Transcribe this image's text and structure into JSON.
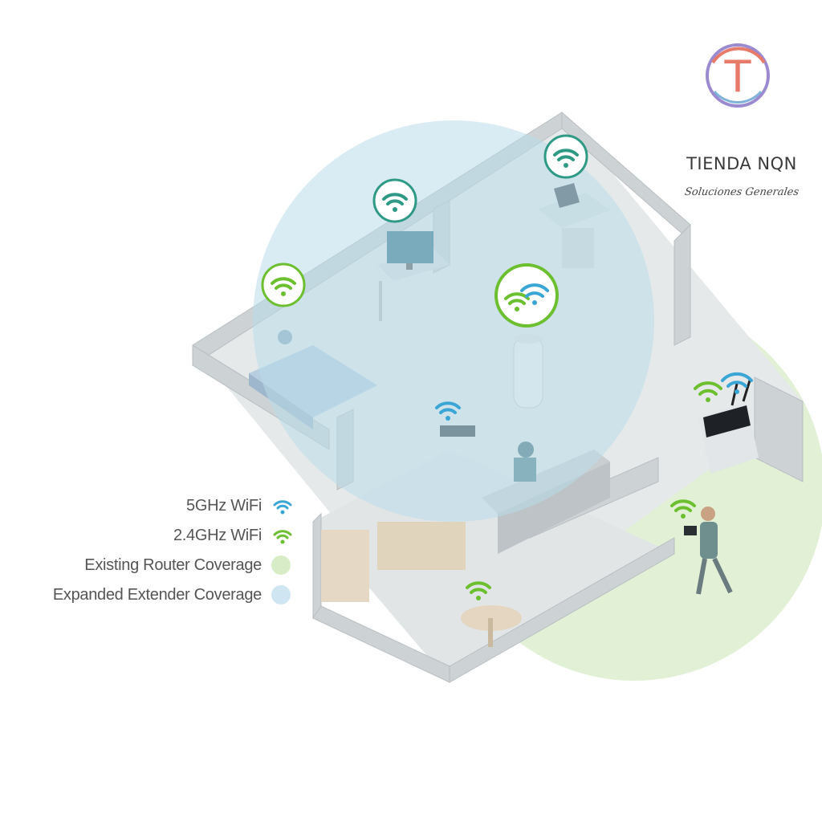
{
  "brand": {
    "name": "TIENDA NQN",
    "tagline": "Soluciones Generales",
    "monogram": "T",
    "ring_colors": [
      "#9b8ad0",
      "#e87a6a",
      "#7fb3d9"
    ]
  },
  "legend": {
    "items": [
      {
        "label": "5GHz WiFi",
        "icon": "wifi-icon",
        "color": "#3aa6d6"
      },
      {
        "label": "2.4GHz WiFi",
        "icon": "wifi-icon",
        "color": "#6cbf2e"
      },
      {
        "label": "Existing Router Coverage",
        "icon": "dot",
        "color": "#d8ecc8"
      },
      {
        "label": "Expanded Extender Coverage",
        "icon": "dot",
        "color": "#cfe6f2"
      }
    ]
  },
  "colors": {
    "wifi_5ghz": "#3aa6d6",
    "wifi_24ghz": "#6cbf2e",
    "router_coverage": "#d8ecc8",
    "extender_coverage": "#b9dcea",
    "wall": "#cfd3d6",
    "floor": "#dfe3e4"
  }
}
